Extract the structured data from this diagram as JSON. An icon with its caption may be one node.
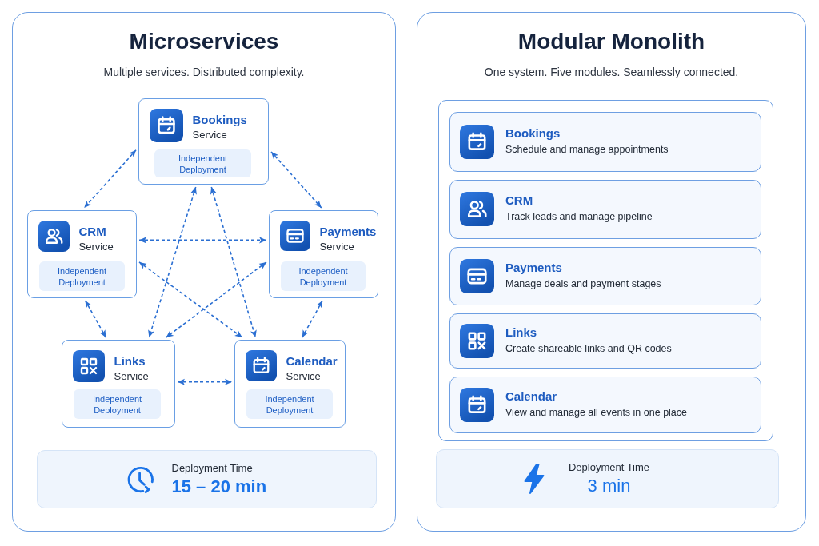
{
  "diagram": {
    "nodes": [
      {
        "text": [
          "Microservices",
          "Multiple services. Distributed complexity."
        ]
      },
      {
        "text": [
          "Bookings",
          "Service"
        ],
        "in": 0
      },
      {
        "text": [
          "Independent Deployment"
        ],
        "in": 1
      },
      {
        "text": [
          "CRM",
          "Service"
        ],
        "in": 0
      },
      {
        "text": [
          "Independent Deployment"
        ],
        "in": 3
      },
      {
        "text": [
          "Payments",
          "Service"
        ],
        "in": 0
      },
      {
        "text": [
          "Independent Deployment"
        ],
        "in": 5
      },
      {
        "text": [
          "Links",
          "Service"
        ],
        "in": 0
      },
      {
        "text": [
          "Independent Deployment"
        ],
        "in": 7
      },
      {
        "text": [
          "Calendar",
          "Service"
        ],
        "in": 0
      },
      {
        "text": [
          "Independent Deployment"
        ],
        "in": 9
      },
      {
        "text": [
          "Deployment Time",
          "15 – 20 min"
        ],
        "in": 0
      },
      {
        "text": [
          "Modular Monolith",
          "One system. Five modules. Seamlessly connected."
        ]
      },
      {
        "text": [],
        "shape": "box",
        "in": 12
      },
      {
        "text": [
          "Bookings",
          "Schedule and manage appointments"
        ],
        "in": 13
      },
      {
        "text": [
          "CRM",
          "Track leads and manage pipeline"
        ],
        "in": 13
      },
      {
        "text": [
          "Payments",
          "Manage deals and payment stages"
        ],
        "in": 13
      },
      {
        "text": [
          "Links",
          "Create shareable links and QR codes"
        ],
        "in": 13
      },
      {
        "text": [
          "Calendar",
          "View and manage all events in one place"
        ],
        "in": 13
      },
      {
        "text": [
          "Deployment Time",
          "3 min"
        ],
        "in": 12
      }
    ],
    "edges": [
      {
        "from": 1,
        "to": 3,
        "arrow": "both",
        "style": "dashed"
      },
      {
        "from": 1,
        "to": 5,
        "arrow": "both",
        "style": "dashed"
      },
      {
        "from": 1,
        "to": 7,
        "arrow": "both",
        "style": "dashed"
      },
      {
        "from": 1,
        "to": 9,
        "arrow": "both",
        "style": "dashed"
      },
      {
        "from": 3,
        "to": 5,
        "arrow": "both",
        "style": "dashed"
      },
      {
        "from": 3,
        "to": 7,
        "arrow": "both",
        "style": "dashed"
      },
      {
        "from": 3,
        "to": 9,
        "arrow": "both",
        "style": "dashed"
      },
      {
        "from": 5,
        "to": 7,
        "arrow": "both",
        "style": "dashed"
      },
      {
        "from": 5,
        "to": 9,
        "arrow": "both",
        "style": "dashed"
      },
      {
        "from": 7,
        "to": 9,
        "arrow": "both",
        "style": "dashed"
      }
    ]
  }
}
